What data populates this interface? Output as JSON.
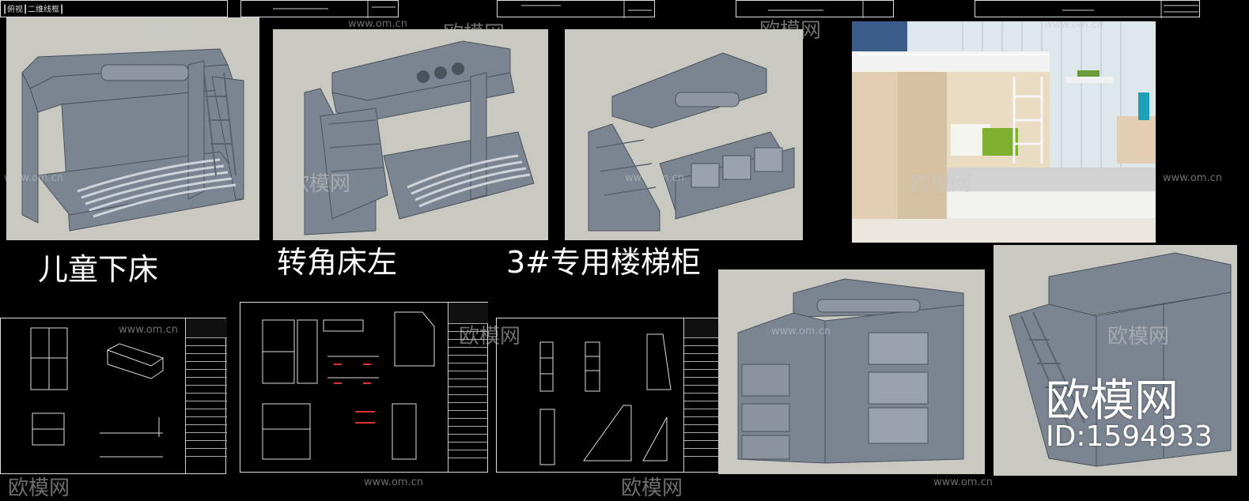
{
  "top_strip": {
    "label": "┃俯视┃二维线框┃"
  },
  "captions": {
    "bunk_bed": "儿童下床",
    "corner_bed": "转角床左",
    "stair_cabinet": "3#专用楼梯柜"
  },
  "watermark": {
    "brand": "欧模网",
    "url": "www.om.cn"
  },
  "brand_overlay": {
    "name": "欧模网",
    "id": "ID:1594933"
  },
  "colors": {
    "background": "#000000",
    "render_bg": "#c9c9c1",
    "model_grey": "#7b8591",
    "cad_line": "#dddddd",
    "accent_red": "#e03030"
  }
}
